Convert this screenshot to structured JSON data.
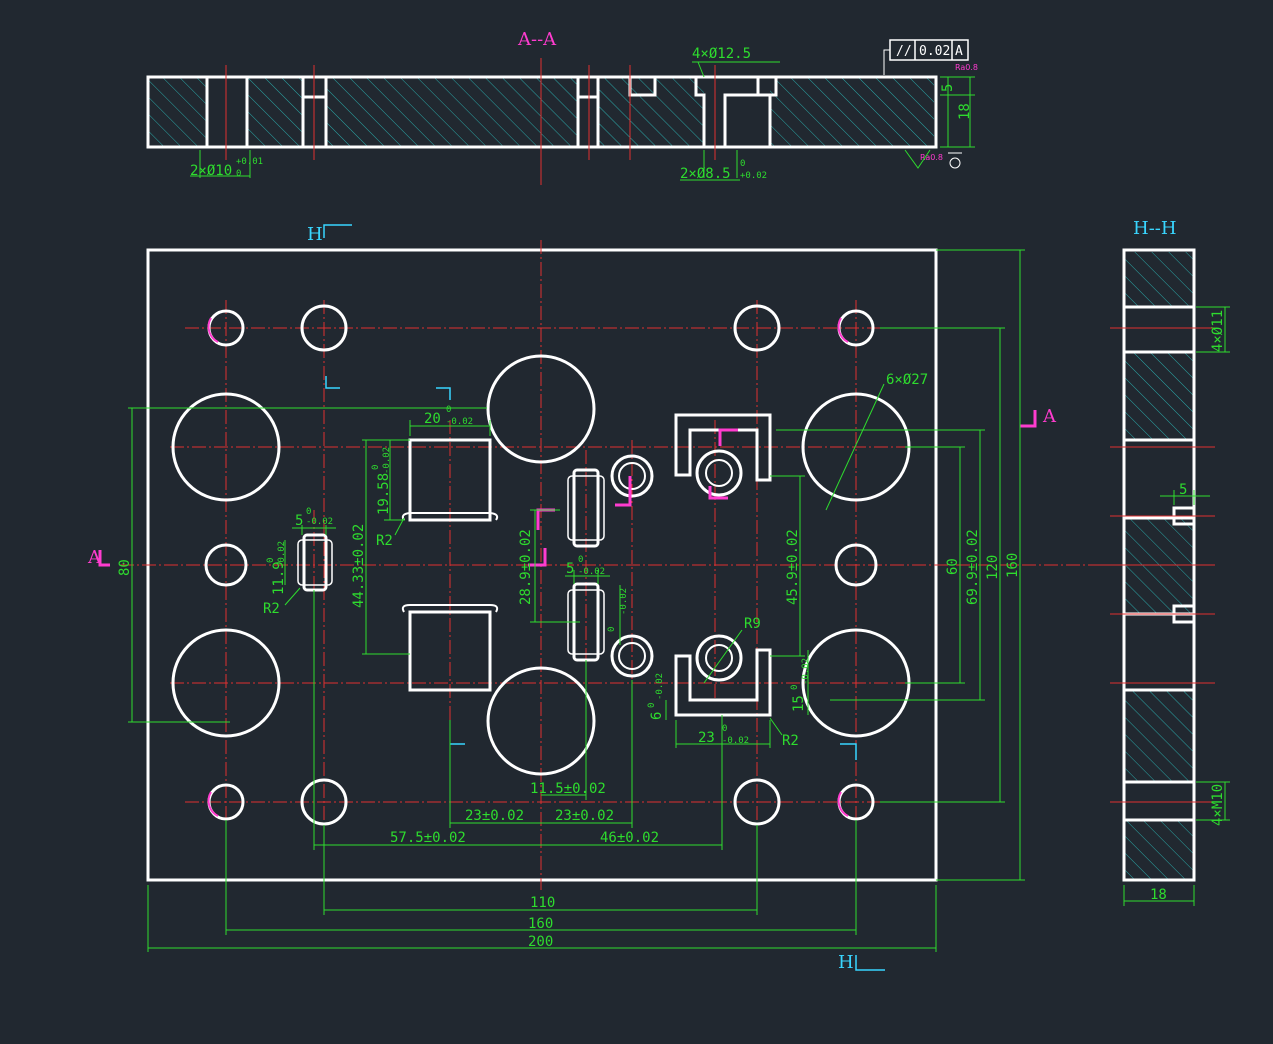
{
  "views": {
    "section_aa": {
      "title": "A--A"
    },
    "section_hh": {
      "title": "H--H"
    }
  },
  "labels": {
    "cut_h": "H",
    "cut_a": "A",
    "holes_top": "4×Ø12.5",
    "pin_holes": "2×Ø10",
    "pin_tol": "+0.01",
    "pin_tol0": "0",
    "guide_holes": "2×Ø8.5",
    "guide_tol": "+0.02",
    "guide_tol0": "0",
    "flatness": "//",
    "flatness_val": "0.02",
    "datum": "A",
    "ra_top": "Ra0.8",
    "ra_bottom": "Ra0.8",
    "depth_5": "5",
    "thick_18": "18",
    "big_holes": "6×Ø27",
    "side_holes": "4×Ø11",
    "side_m10": "4×M10",
    "side_5": "5",
    "side_18": "18",
    "w20": "20",
    "w20_tol": "-0.02",
    "w20_0": "0",
    "h19": "19.58",
    "h19_tol": "-0.02",
    "h19_0": "0",
    "r2a": "R2",
    "r2b": "R2",
    "r2c": "R2",
    "w5a": "5",
    "w5a_tol": "-0.02",
    "w5a_0": "0",
    "h11": "11.9",
    "h11_tol": "-0.02",
    "h11_0": "0",
    "d80": "80",
    "d44": "44.33±0.02",
    "d28": "28.9±0.02",
    "w5b": "5",
    "w5b_tol": "-0.02",
    "w5b_0": "0",
    "h_side": "-0.02",
    "h_side0": "0",
    "d45": "45.9±0.02",
    "r9": "R9",
    "h15": "15",
    "h15_tol": "-0.02",
    "h15_0": "0",
    "h6": "6",
    "h6_tol": "-0.02",
    "h6_0": "0",
    "w23b": "23",
    "w23b_tol": "-0.02",
    "w23b_0": "0",
    "d60": "60",
    "d69": "69.9±0.02",
    "d120": "120",
    "d160v": "160",
    "d11": "11.5±0.02",
    "d23a": "23±0.02",
    "d23c": "23±0.02",
    "d57": "57.5±0.02",
    "d46": "46±0.02",
    "d110": "110",
    "d160": "160",
    "d200": "200"
  },
  "colors": {
    "background": "#212830",
    "outline": "#ffffff",
    "center": "#e03030",
    "dimension": "#2edc2e",
    "marker": "#ff3ccf",
    "cut_label": "#39d6ff"
  }
}
